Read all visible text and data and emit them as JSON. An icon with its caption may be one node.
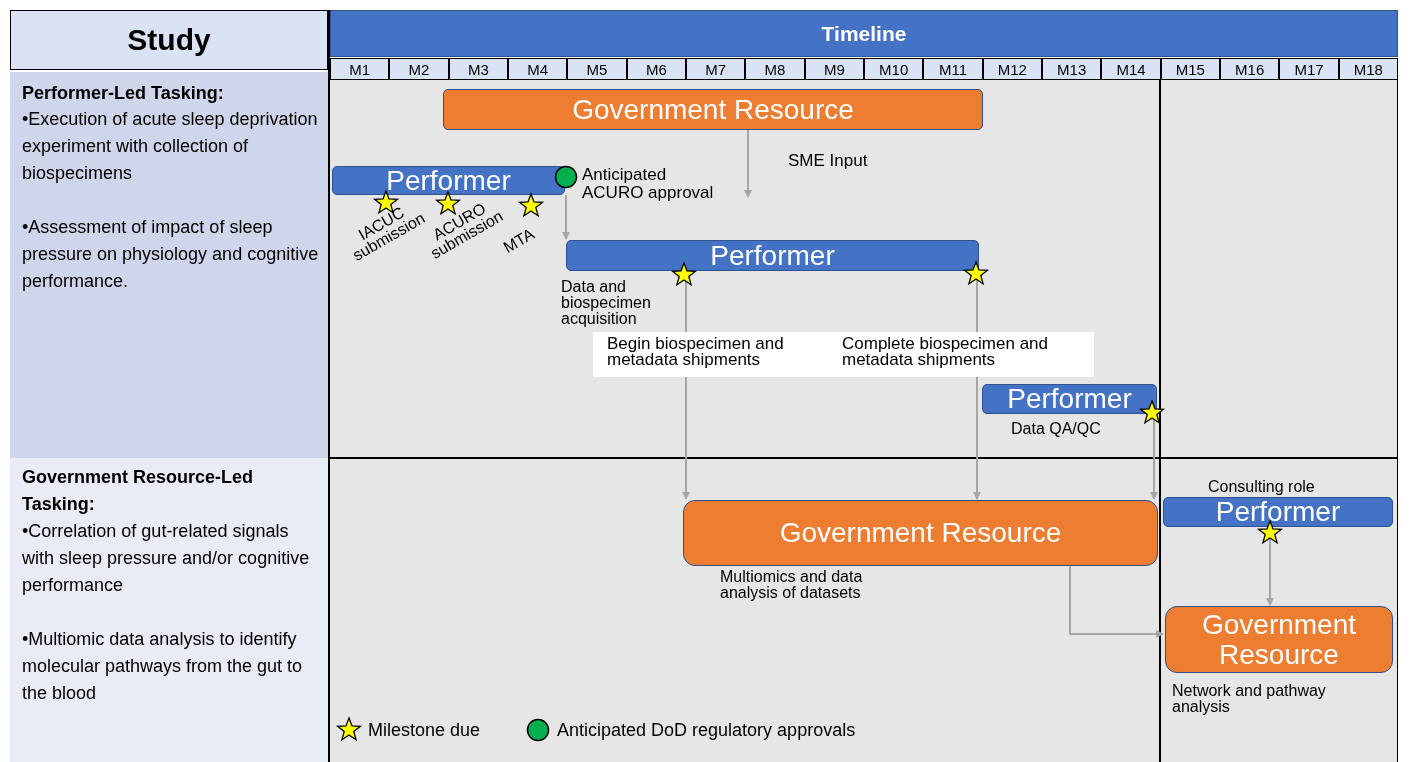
{
  "diagram": {
    "nodes": [
      {
        "text": [
          "Government Resource"
        ]
      },
      {
        "text": [
          "Performer"
        ]
      },
      {
        "text": [
          "Performer"
        ],
        "beside": [
          "Data and biospecimen acquisition"
        ]
      },
      {
        "text": [
          "Performer"
        ],
        "beside": [
          "Data QA/QC"
        ]
      },
      {
        "text": [
          "Government Resource"
        ],
        "beside": [
          "Multiomics and data analysis of datasets"
        ]
      },
      {
        "text": [
          "Performer"
        ],
        "beside": [
          "Consulting role"
        ]
      },
      {
        "text": [
          "Government Resource"
        ],
        "beside": [
          "Network and pathway analysis"
        ]
      }
    ],
    "edges": [
      {
        "from": 0,
        "to": null,
        "arrow": "to",
        "label": "SME Input"
      },
      {
        "from": 1,
        "to": 2,
        "arrow": "to"
      },
      {
        "from": 2,
        "to": 4,
        "arrow": "to",
        "label": "Begin biospecimen and metadata shipments"
      },
      {
        "from": 2,
        "to": 4,
        "arrow": "to",
        "label": "Complete biospecimen and metadata shipments"
      },
      {
        "from": 3,
        "to": 4,
        "arrow": "to"
      },
      {
        "from": 4,
        "to": 6,
        "arrow": "to"
      },
      {
        "from": 5,
        "to": 6,
        "arrow": "to"
      }
    ],
    "labels": [
      "Study",
      "Timeline",
      "M1",
      "M2",
      "M3",
      "M4",
      "M5",
      "M6",
      "M7",
      "M8",
      "M9",
      "M10",
      "M11",
      "M12",
      "M13",
      "M14",
      "M15",
      "M16",
      "M17",
      "M18",
      "Performer-Led Tasking:",
      "•Execution of acute sleep deprivation experiment with collection of biospecimens",
      "•Assessment of impact of sleep pressure on physiology and cognitive performance.",
      "Government Resource-Led Tasking:",
      "•Correlation of gut-related signals with sleep pressure and/or cognitive performance",
      "•Multiomic data analysis to identify molecular pathways from the gut to the blood",
      "IACUC submission",
      "ACURO submission",
      "MTA",
      "Anticipated ACURO approval"
    ],
    "legend": [
      {
        "text": "Milestone due"
      },
      {
        "text": "Anticipated DoD regulatory approvals"
      }
    ]
  }
}
